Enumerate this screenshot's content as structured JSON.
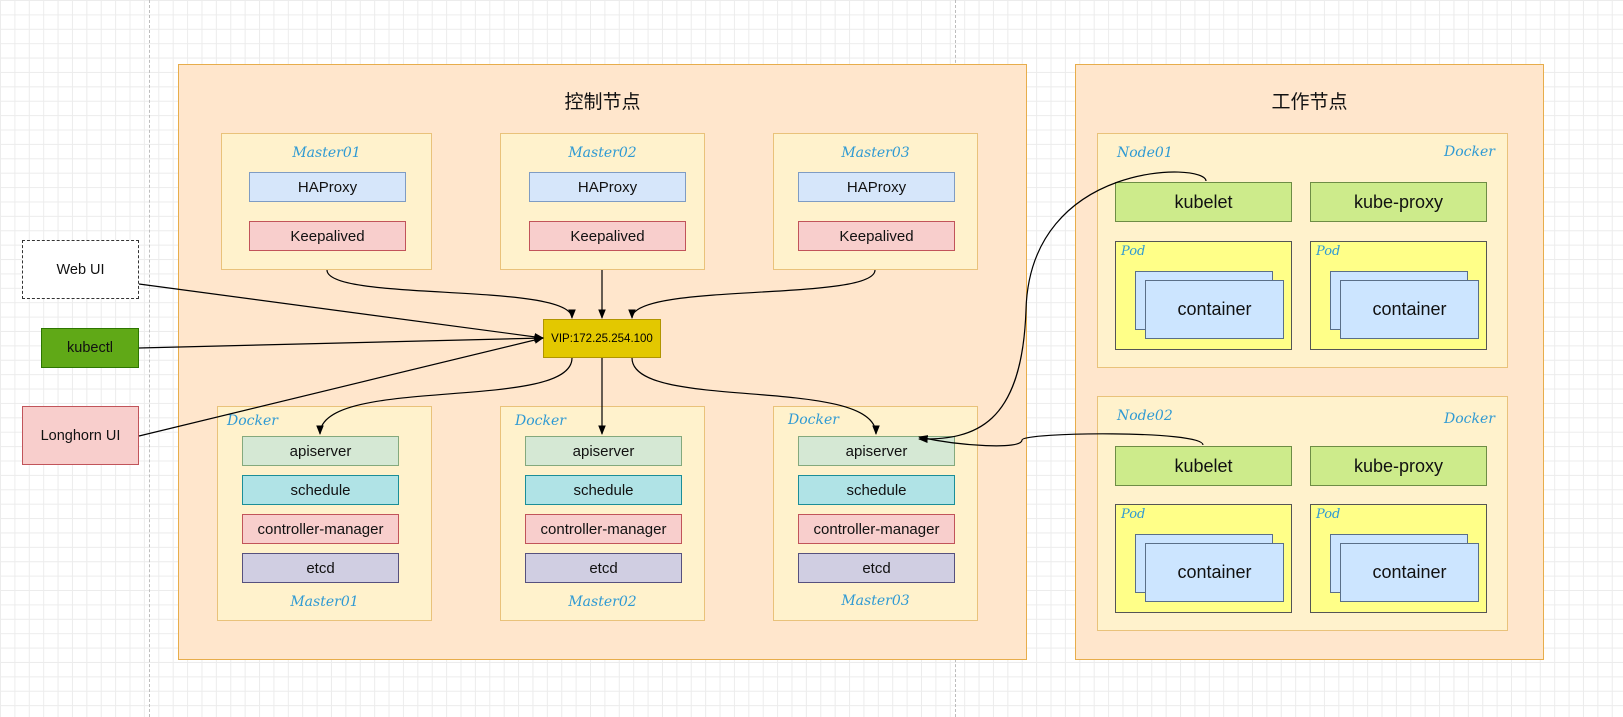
{
  "control_plane": {
    "title": "控制节点",
    "masters_top": [
      {
        "name": "Master01",
        "haproxy": "HAProxy",
        "keepalived": "Keepalived"
      },
      {
        "name": "Master02",
        "haproxy": "HAProxy",
        "keepalived": "Keepalived"
      },
      {
        "name": "Master03",
        "haproxy": "HAProxy",
        "keepalived": "Keepalived"
      }
    ],
    "vip": "VIP:172.25.254.100",
    "masters_bottom": [
      {
        "runtime": "Docker",
        "apiserver": "apiserver",
        "schedule": "schedule",
        "controller": "controller-manager",
        "etcd": "etcd",
        "name": "Master01"
      },
      {
        "runtime": "Docker",
        "apiserver": "apiserver",
        "schedule": "schedule",
        "controller": "controller-manager",
        "etcd": "etcd",
        "name": "Master02"
      },
      {
        "runtime": "Docker",
        "apiserver": "apiserver",
        "schedule": "schedule",
        "controller": "controller-manager",
        "etcd": "etcd",
        "name": "Master03"
      }
    ]
  },
  "worker_plane": {
    "title": "工作节点",
    "nodes": [
      {
        "name": "Node01",
        "runtime": "Docker",
        "kubelet": "kubelet",
        "kube_proxy": "kube-proxy",
        "pods": [
          {
            "label": "Pod",
            "container": "container"
          },
          {
            "label": "Pod",
            "container": "container"
          }
        ]
      },
      {
        "name": "Node02",
        "runtime": "Docker",
        "kubelet": "kubelet",
        "kube_proxy": "kube-proxy",
        "pods": [
          {
            "label": "Pod",
            "container": "container"
          },
          {
            "label": "Pod",
            "container": "container"
          }
        ]
      }
    ]
  },
  "clients": {
    "web_ui": "Web UI",
    "kubectl": "kubectl",
    "longhorn_ui": "Longhorn UI"
  }
}
